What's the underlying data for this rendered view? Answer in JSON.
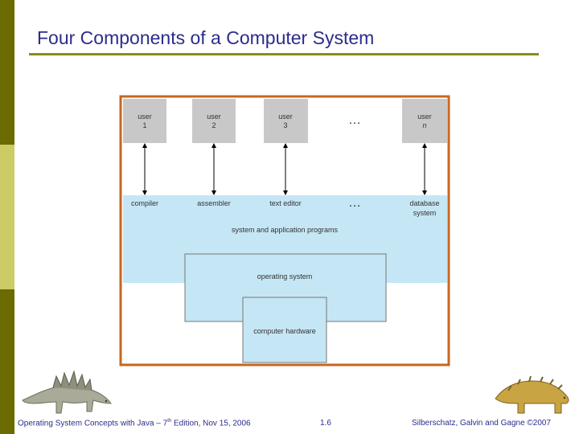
{
  "slide": {
    "title": "Four Components of a Computer System"
  },
  "diagram": {
    "users": [
      {
        "line1": "user",
        "line2": "1"
      },
      {
        "line1": "user",
        "line2": "2"
      },
      {
        "line1": "user",
        "line2": "3"
      },
      {
        "line1": "user",
        "line2": "n"
      }
    ],
    "ellipsis": "…",
    "programs": [
      "compiler",
      "assembler",
      "text editor"
    ],
    "database": {
      "line1": "database",
      "line2": "system"
    },
    "layer_labels": {
      "apps": "system and application programs",
      "os": "operating system",
      "hardware": "computer hardware"
    }
  },
  "footer": {
    "left": "Operating System Concepts with Java – 7",
    "left_sup": "th",
    "left_rest": " Edition, Nov 15, 2006",
    "page": "1.6",
    "right": "Silberschatz, Galvin and Gagne ©2007"
  },
  "colors": {
    "sidebar_dark": "#6b6b00",
    "sidebar_light": "#cccc66",
    "title_text": "#2c2c8c",
    "title_rule": "#8c8c1a",
    "frame_border": "#c8661e",
    "layer_fill": "#c5e6f5",
    "user_fill": "#c8c8c8"
  },
  "decorations": [
    "stegosaurus-illustration",
    "ankylosaurus-illustration"
  ]
}
